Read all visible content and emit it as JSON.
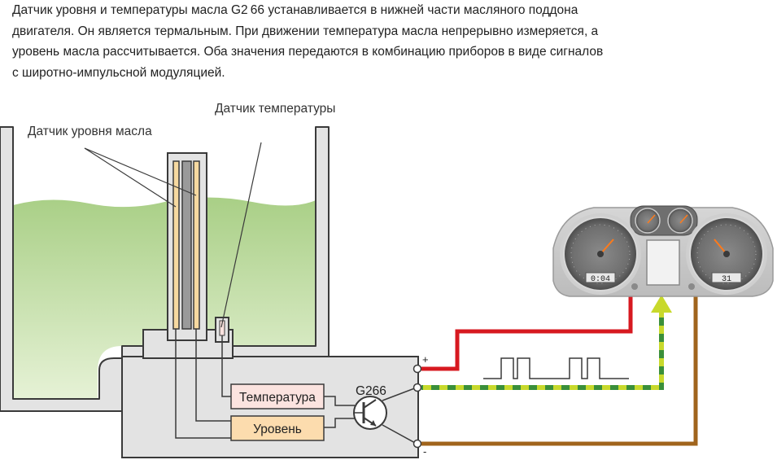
{
  "intro_lines": [
    "Датчик уровня и температуры масла G2 66 устанавливается в нижней части масляного поддона",
    "двигателя. Он является термальным. При движении температура масла непрерывно измеряется, а",
    "уровень масла рассчитывается. Оба значения передаются в комбинацию приборов в виде сигналов",
    "с широтно-импульсной модуляцией."
  ],
  "labels": {
    "level_sensor": "Датчик уровня масла",
    "temp_sensor": "Датчик температуры",
    "temp_box": "Температура",
    "level_box": "Уровень",
    "component": "G266",
    "plus": "+",
    "minus": "-",
    "display_left": "0:04",
    "display_right": "31"
  },
  "colors": {
    "oil": "#bfdc9b",
    "housing": "#e3e3e3",
    "outline": "#3a3a3a",
    "temp_box": "#fbe3df",
    "level_box": "#fcdcae",
    "wire_red": "#d71920",
    "wire_yellow": "#c8d92c",
    "wire_green": "#3a8f3a",
    "wire_brown": "#a0641c",
    "element_yellow": "#f6d9a0"
  }
}
